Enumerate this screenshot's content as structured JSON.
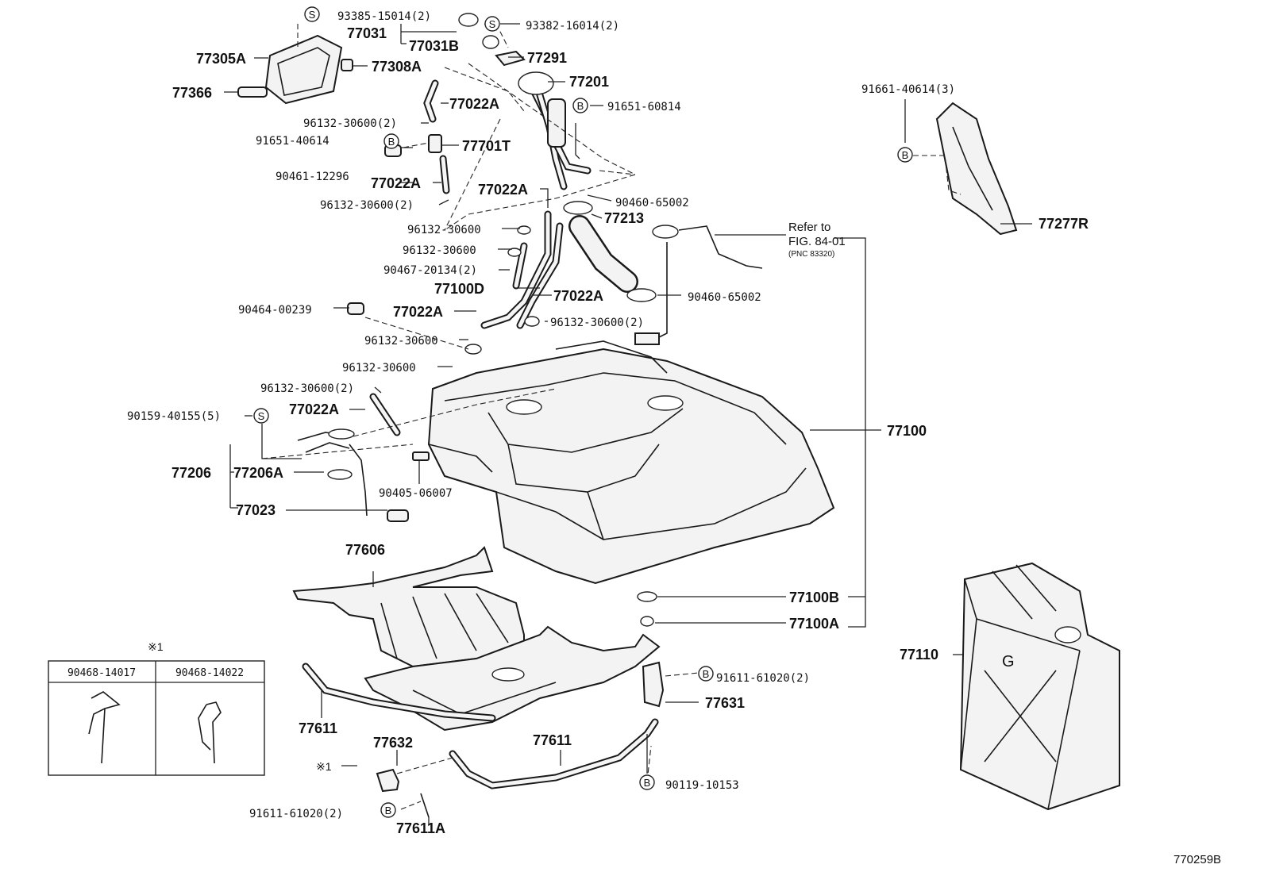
{
  "diagram": {
    "code": "770259B",
    "refer": {
      "line1": "Refer to",
      "line2": "FIG. 84-01",
      "line3": "(PNC 83320)"
    },
    "callout_symbols": {
      "s": "S",
      "b": "B"
    },
    "labels": [
      {
        "id": "93385-15014",
        "text": "93385-15014(2)"
      },
      {
        "id": "93382-16014",
        "text": "93382-16014(2)"
      },
      {
        "id": "77031",
        "text": "77031"
      },
      {
        "id": "77031B",
        "text": "77031B"
      },
      {
        "id": "77291",
        "text": "77291"
      },
      {
        "id": "77305A",
        "text": "77305A"
      },
      {
        "id": "77308A",
        "text": "77308A"
      },
      {
        "id": "77201",
        "text": "77201"
      },
      {
        "id": "77366",
        "text": "77366"
      },
      {
        "id": "77022A-1",
        "text": "77022A"
      },
      {
        "id": "91651-60814",
        "text": "91651-60814"
      },
      {
        "id": "96132-30600-a",
        "text": "96132-30600(2)"
      },
      {
        "id": "91651-40614",
        "text": "91651-40614"
      },
      {
        "id": "77701T",
        "text": "77701T"
      },
      {
        "id": "90461-12296",
        "text": "90461-12296"
      },
      {
        "id": "77022A-2",
        "text": "77022A"
      },
      {
        "id": "96132-30600-b",
        "text": "96132-30600(2)"
      },
      {
        "id": "77022A-3",
        "text": "77022A"
      },
      {
        "id": "90460-65002-a",
        "text": "90460-65002"
      },
      {
        "id": "77213",
        "text": "77213"
      },
      {
        "id": "96132-30600-c",
        "text": "96132-30600"
      },
      {
        "id": "96132-30600-d",
        "text": "96132-30600"
      },
      {
        "id": "90467-20134",
        "text": "90467-20134(2)"
      },
      {
        "id": "77100D",
        "text": "77100D"
      },
      {
        "id": "77022A-4",
        "text": "77022A"
      },
      {
        "id": "90460-65002-b",
        "text": "90460-65002"
      },
      {
        "id": "90464-00239",
        "text": "90464-00239"
      },
      {
        "id": "77022A-5",
        "text": "77022A"
      },
      {
        "id": "96132-30600-e",
        "text": "96132-30600(2)"
      },
      {
        "id": "96132-30600-f",
        "text": "96132-30600"
      },
      {
        "id": "96132-30600-g",
        "text": "96132-30600"
      },
      {
        "id": "96132-30600-h",
        "text": "96132-30600(2)"
      },
      {
        "id": "90159-40155",
        "text": "90159-40155(5)"
      },
      {
        "id": "77022A-6",
        "text": "77022A"
      },
      {
        "id": "77100",
        "text": "77100"
      },
      {
        "id": "77206",
        "text": "77206"
      },
      {
        "id": "77206A",
        "text": "77206A"
      },
      {
        "id": "90405-06007",
        "text": "90405-06007"
      },
      {
        "id": "77023",
        "text": "77023"
      },
      {
        "id": "77606",
        "text": "77606"
      },
      {
        "id": "77100B",
        "text": "77100B"
      },
      {
        "id": "77100A",
        "text": "77100A"
      },
      {
        "id": "91661-40614",
        "text": "91661-40614(3)"
      },
      {
        "id": "77277R",
        "text": "77277R"
      },
      {
        "id": "77110",
        "text": "77110"
      },
      {
        "id": "91611-61020-a",
        "text": "91611-61020(2)"
      },
      {
        "id": "77631",
        "text": "77631"
      },
      {
        "id": "77611-a",
        "text": "77611"
      },
      {
        "id": "77611-b",
        "text": "77611"
      },
      {
        "id": "77632",
        "text": "77632"
      },
      {
        "id": "90119-10153",
        "text": "90119-10153"
      },
      {
        "id": "91611-61020-b",
        "text": "91611-61020(2)"
      },
      {
        "id": "77611A",
        "text": "77611A"
      }
    ],
    "inset": {
      "mark": "※1",
      "col1": "90468-14017",
      "col2": "90468-14022"
    },
    "ref_mark_small": "※1",
    "tank_marking": "G"
  }
}
